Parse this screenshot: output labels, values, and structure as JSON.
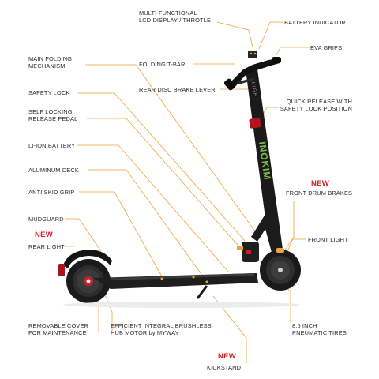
{
  "brand_text": "INOKIM",
  "model_text": "LIGHT",
  "colors": {
    "leader": "#f0a23a",
    "accent_new": "#d81f26",
    "body": "#1c1c1c",
    "brand_green": "#7bc043"
  },
  "new_badge": "NEW",
  "labels": {
    "lcd": [
      "MULTI-FUNCTIONAL",
      "LCD DISPLAY / THROTLE"
    ],
    "battery_indicator": [
      "BATTERY INDICATOR"
    ],
    "eva_grips": [
      "EVA GRIPS"
    ],
    "folding_mechanism": [
      "MAIN FOLDING",
      "MECHANISM"
    ],
    "folding_tbar": [
      "FOLDING T-BAR"
    ],
    "rear_disc_brake": [
      "REAR DISC BRAKE LEVER"
    ],
    "safety_lock": [
      "SAFETY LOCK"
    ],
    "quick_release": [
      "QUICK RELEASE WITH",
      "SAFETY LOCK POSITION"
    ],
    "release_pedal": [
      "SELF LOCKING",
      "RELEASE PEDAL"
    ],
    "battery": [
      "LI-ION BATTERY"
    ],
    "deck": [
      "ALUMINUM DECK"
    ],
    "front_drum_brakes": [
      "FRONT DRUM BRAKES"
    ],
    "anti_skid": [
      "ANTI SKID GRIP"
    ],
    "mudguard": [
      "MUDGUARD"
    ],
    "front_light": [
      "FRONT LIGHT"
    ],
    "rear_light": [
      "REAR LIGHT"
    ],
    "removable_cover": [
      "REMOVABLE COVER",
      "FOR MAINTENANCE"
    ],
    "hub_motor": [
      "EFFICIENT INTEGRAL BRUSHLESS",
      "HUB MOTOR by MYWAY"
    ],
    "tires": [
      "8.5 INCH",
      "PNEUMATIC TIRES"
    ],
    "kickstand": [
      "KICKSTAND"
    ]
  }
}
